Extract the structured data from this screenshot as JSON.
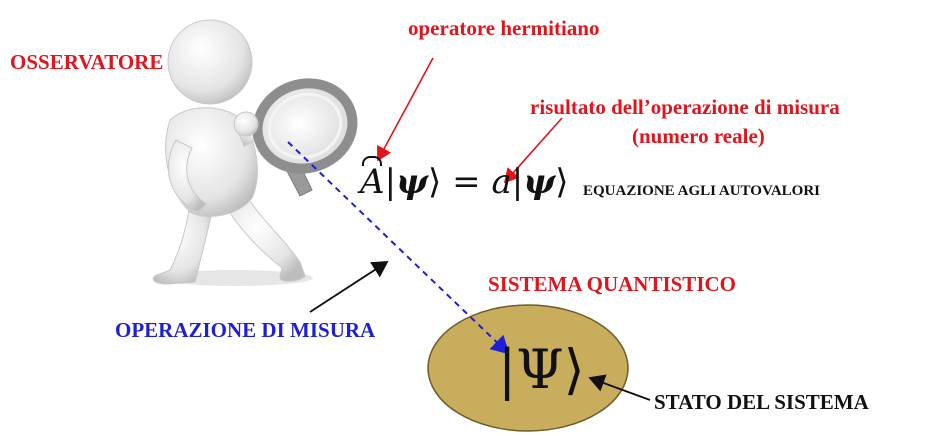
{
  "labels": {
    "observer": "OSSERVATORE",
    "hermitian_operator": "operatore hermitiano",
    "measurement_result_line1": "risultato dell’operazione di misura",
    "measurement_result_line2": "(numero reale)",
    "eigenvalue_equation": "EQUAZIONE AGLI AUTOVALORI",
    "quantum_system": "SISTEMA QUANTISTICO",
    "measurement_operation": "OPERAZIONE DI MISURA",
    "system_state": "STATO DEL SISTEMA"
  },
  "equation": {
    "operator": "A",
    "eigenvalue": "a",
    "ket_symbol": "ψ",
    "equals": "="
  },
  "state_ket": {
    "symbol": "Ψ"
  },
  "colors": {
    "red_text": "#e3141b",
    "blue_text": "#1f1fd6",
    "ellipse_fill": "#c7ad5c",
    "dashed_arrow": "#1f1fd6"
  },
  "icons": {
    "observer_figure": "person-with-magnifying-glass-icon"
  }
}
